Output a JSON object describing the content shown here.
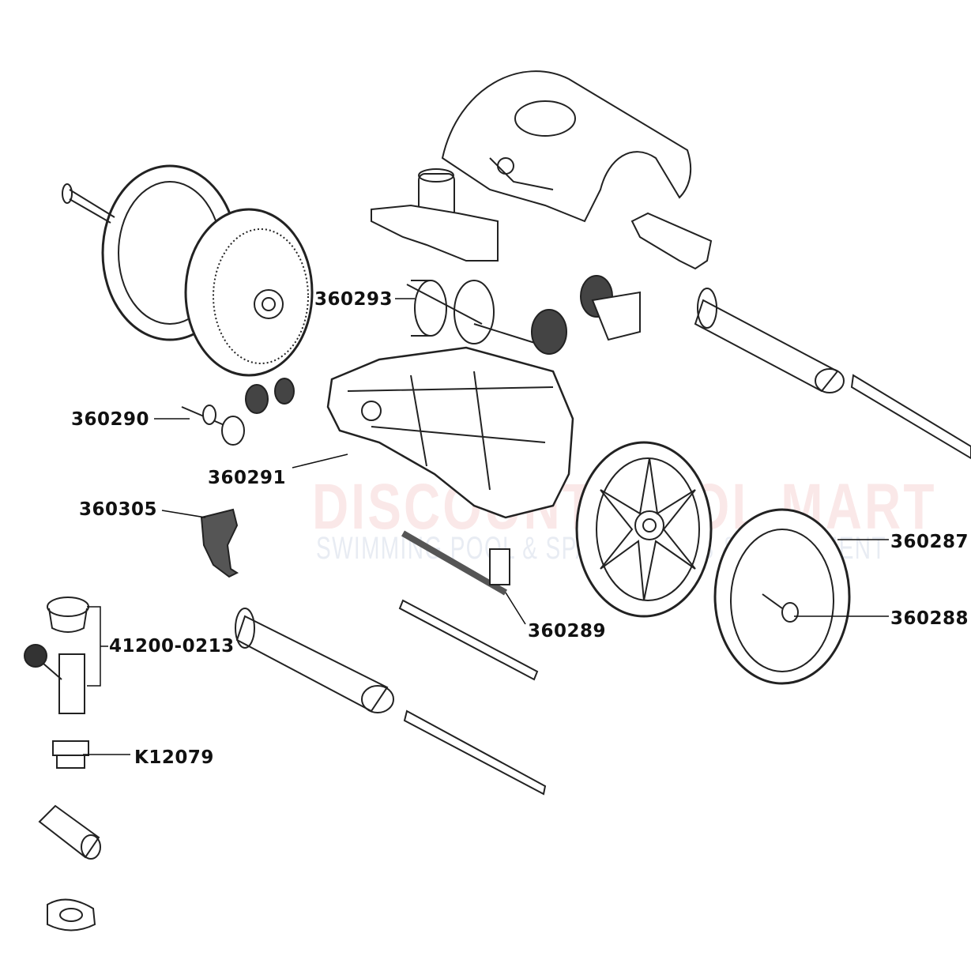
{
  "watermark": {
    "brand": "DISCOUNT POOL MART",
    "tagline": "SWIMMING POOL & SPA SUPPLIES & EQUIPMENT"
  },
  "parts": [
    {
      "id": "p1",
      "label": "360293",
      "part": "turbine"
    },
    {
      "id": "p2",
      "label": "360290",
      "part": "gear-axle-assembly"
    },
    {
      "id": "p3",
      "label": "360291",
      "part": "chassis-body"
    },
    {
      "id": "p4",
      "label": "360305",
      "part": "flap"
    },
    {
      "id": "p5",
      "label": "41200-0213",
      "part": "swivel-and-nut"
    },
    {
      "id": "p6",
      "label": "K12079",
      "part": "hose-adapter"
    },
    {
      "id": "p7",
      "label": "360289",
      "part": "drive-shaft"
    },
    {
      "id": "p8",
      "label": "360287",
      "part": "wheel-tire"
    },
    {
      "id": "p9",
      "label": "360288",
      "part": "wheel-axle"
    }
  ]
}
